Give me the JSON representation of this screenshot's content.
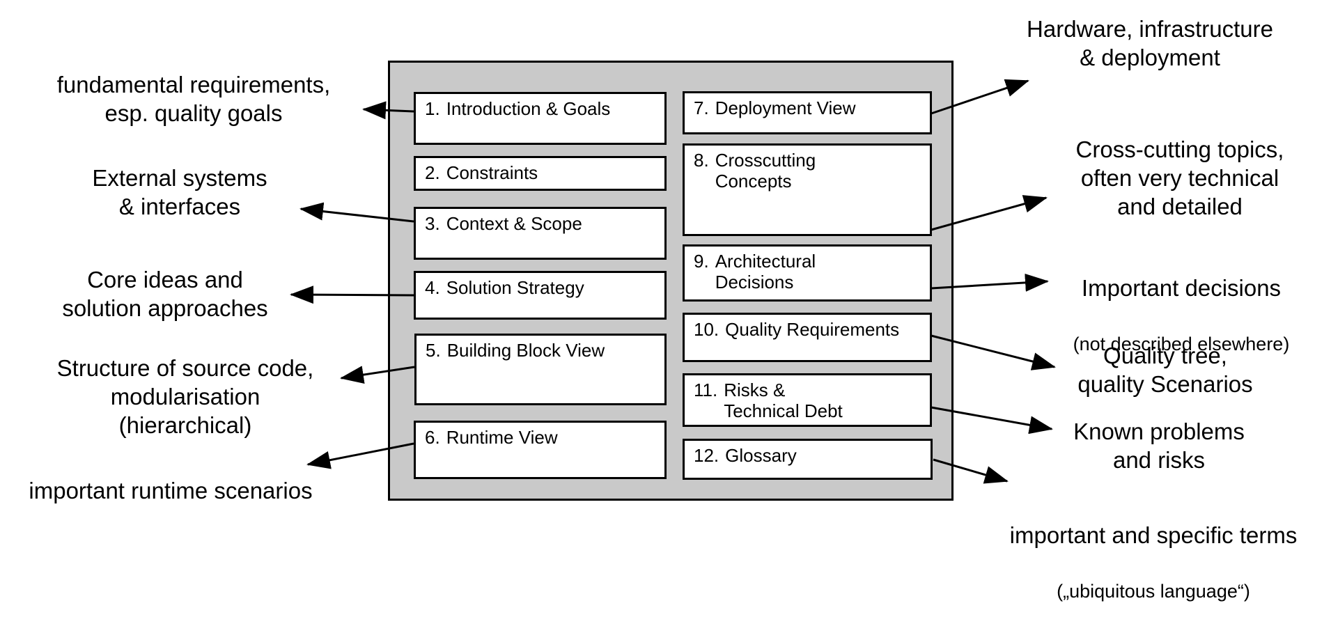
{
  "colors": {
    "container_fill": "#c9c9c9",
    "box_fill": "#ffffff",
    "line_color": "#000000",
    "text_color": "#000000",
    "background": "#ffffff"
  },
  "template": {
    "left_boxes": [
      {
        "num": "1.",
        "label": "Introduction & Goals"
      },
      {
        "num": "2.",
        "label": "Constraints"
      },
      {
        "num": "3.",
        "label": "Context & Scope"
      },
      {
        "num": "4.",
        "label": "Solution Strategy"
      },
      {
        "num": "5.",
        "label": "Building Block View"
      },
      {
        "num": "6.",
        "label": "Runtime View"
      }
    ],
    "right_boxes": [
      {
        "num": "7.",
        "label": "Deployment View"
      },
      {
        "num": "8.",
        "label": "Crosscutting\nConcepts"
      },
      {
        "num": "9.",
        "label": "Architectural\nDecisions"
      },
      {
        "num": "10.",
        "label": "Quality Requirements"
      },
      {
        "num": "11.",
        "label": "Risks &\nTechnical Debt"
      },
      {
        "num": "12.",
        "label": "Glossary"
      }
    ]
  },
  "left_annotations": [
    {
      "text": "fundamental requirements,\nesp. quality goals"
    },
    {
      "text": "External systems\n& interfaces"
    },
    {
      "text": "Core ideas and\nsolution approaches"
    },
    {
      "text": "Structure of source code,\nmodularisation\n(hierarchical)"
    },
    {
      "text": "important runtime scenarios"
    }
  ],
  "right_annotations": [
    {
      "text": "Hardware, infrastructure\n& deployment"
    },
    {
      "text": "Cross-cutting topics,\noften very technical\nand detailed"
    },
    {
      "text": "Important decisions",
      "subtext": "(not described elsewhere)"
    },
    {
      "text": "Quality tree,\nquality Scenarios"
    },
    {
      "text": "Known problems\nand risks"
    },
    {
      "text": "important and specific terms",
      "subtext": "(„ubiquitous language“)"
    }
  ]
}
